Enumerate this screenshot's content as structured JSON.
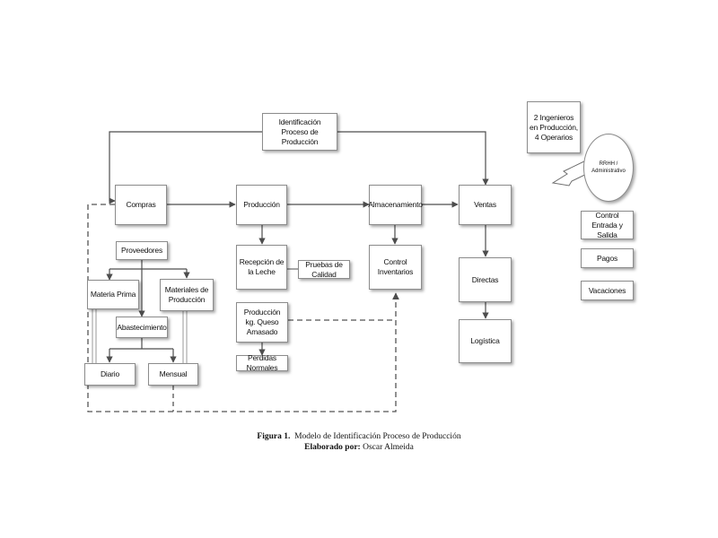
{
  "nodes": {
    "identificacion": "Identificación Proceso de Producción",
    "compras": "Compras",
    "produccion": "Producción",
    "almacenamiento": "Almacenamiento",
    "ventas": "Ventas",
    "proveedores": "Proveedores",
    "materia_prima": "Materia Prima",
    "materiales_produccion": "Materiales de Producción",
    "abastecimiento": "Abastecimiento",
    "diario": "Diario",
    "mensual": "Mensual",
    "recepcion_leche": "Recepción de la Leche",
    "pruebas_calidad": "Pruebas de Calidad",
    "produccion_queso": "Producción kg. Queso Amasado",
    "perdidas_normales": "Perdidas Normales",
    "control_inventarios": "Control Inventarios",
    "directas": "Directas",
    "logistica": "Logística",
    "ingenieros": "2 Ingenieros en Producción, 4 Operarios",
    "rrhh": "RRHH / Administrativo",
    "control_entrada": "Control Entrada y Salida",
    "pagos": "Pagos",
    "vacaciones": "Vacaciones"
  },
  "caption": {
    "figure_label": "Figura 1.",
    "figure_title": "Modelo de Identificación Proceso de Producción",
    "author_label": "Elaborado por:",
    "author_name": "Oscar Almeida"
  },
  "colors": {
    "line": "#4d4d4d",
    "box_border": "#8c8c8c",
    "arrow_fill": "#ffffff"
  }
}
